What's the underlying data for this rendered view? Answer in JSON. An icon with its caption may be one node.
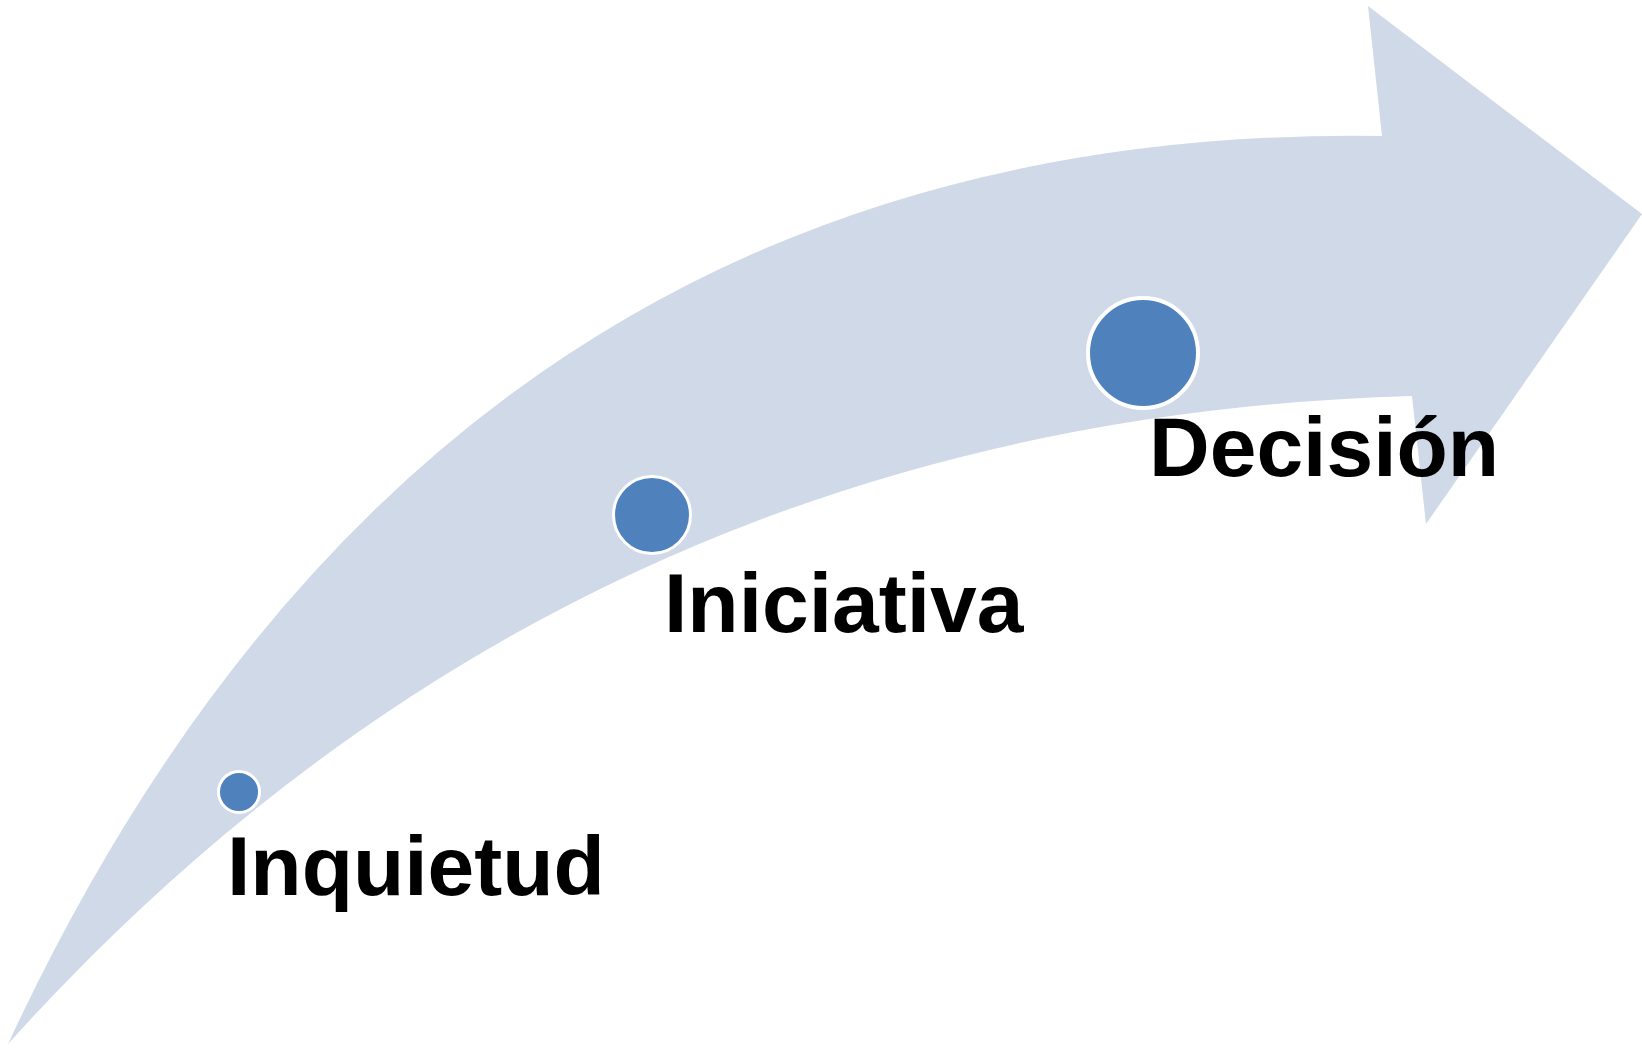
{
  "diagram": {
    "nodes": [
      {
        "text": [
          "Inquietud"
        ]
      },
      {
        "text": [
          "Iniciativa"
        ]
      },
      {
        "text": [
          "Decisión"
        ]
      }
    ]
  }
}
